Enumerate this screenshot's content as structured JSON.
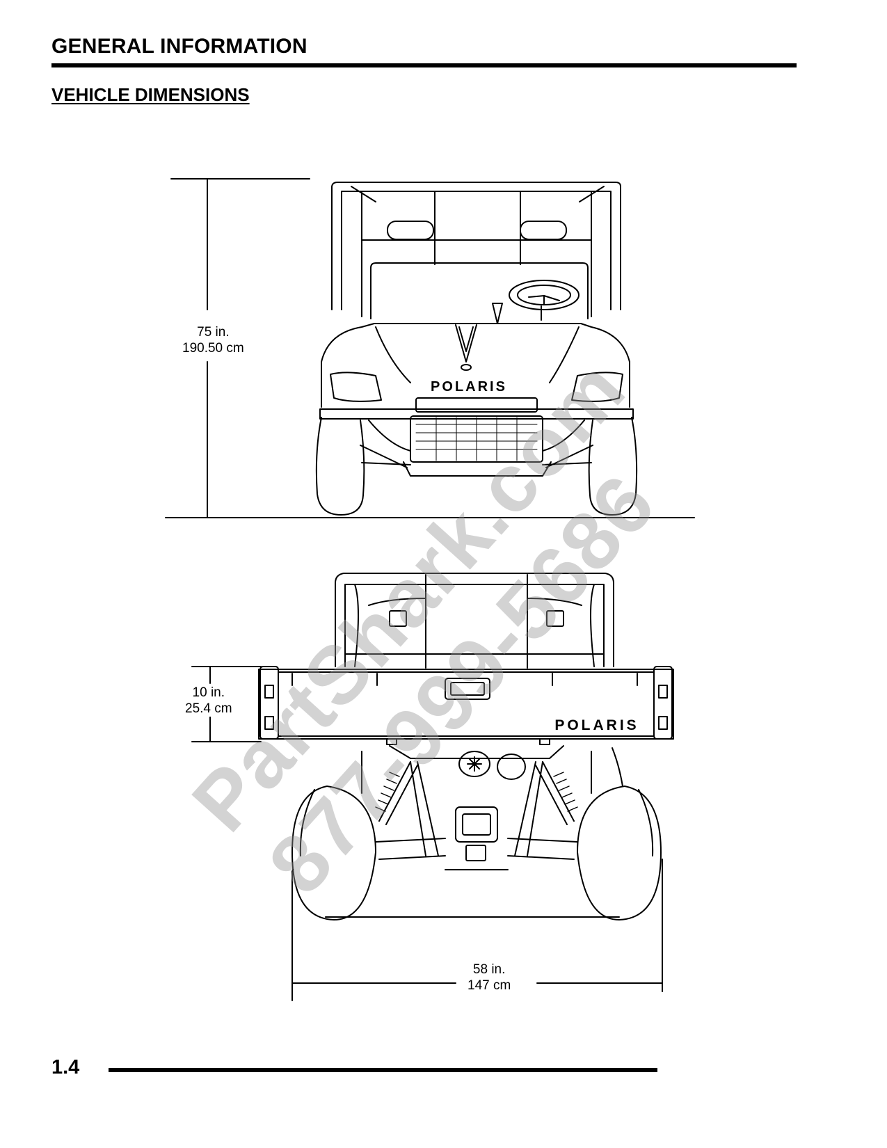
{
  "header": {
    "title": "GENERAL INFORMATION"
  },
  "section": {
    "title": "VEHICLE DIMENSIONS"
  },
  "dimensions": {
    "height": {
      "imperial": "75 in.",
      "metric": "190.50 cm"
    },
    "bed_height": {
      "imperial": "10 in.",
      "metric": "25.4 cm"
    },
    "width": {
      "imperial": "58 in.",
      "metric": "147 cm"
    }
  },
  "brand": {
    "front_logo": "POLARIS",
    "rear_logo": "POLARIS"
  },
  "watermark": {
    "line1": "PartShark.com",
    "line2": "877-999-5686"
  },
  "footer": {
    "page_number": "1.4"
  }
}
